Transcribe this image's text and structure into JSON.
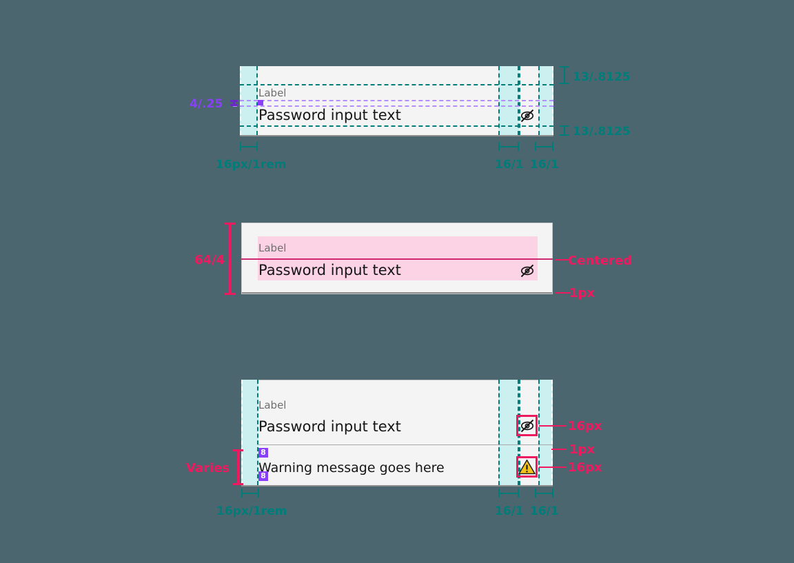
{
  "meta": {
    "background_color": "#4c6670",
    "panel_color": "#f4f4f4",
    "teal_color": "#007d79",
    "teal_band_color": "#ccf0ef",
    "magenta_color": "#ee1a5f",
    "purple_color": "#8a3ffc",
    "pink_band_color": "#fcd3e4"
  },
  "field": {
    "label": "Label",
    "value": "Password input text",
    "warning_text": "Warning message goes here",
    "visibility_icon": "eye-slash-icon",
    "warning_icon": "warning-filled-icon"
  },
  "spec1": {
    "top_spacing": "13/.8125",
    "bottom_spacing": "13/.8125",
    "label_gap": "4/.25",
    "left_padding": "16px/1rem",
    "icon_gap": "16/1",
    "icon_size": "16/1"
  },
  "spec2": {
    "height": "64/4",
    "alignment": "Centered",
    "border": "1px"
  },
  "spec3": {
    "height": "Varies",
    "icon_size": "16px",
    "divider": "1px",
    "warning_icon_size": "16px",
    "left_padding": "16px/1rem",
    "icon_gap": "16/1",
    "icon_col": "16/1",
    "chip_top": "8",
    "chip_bottom": "8"
  }
}
